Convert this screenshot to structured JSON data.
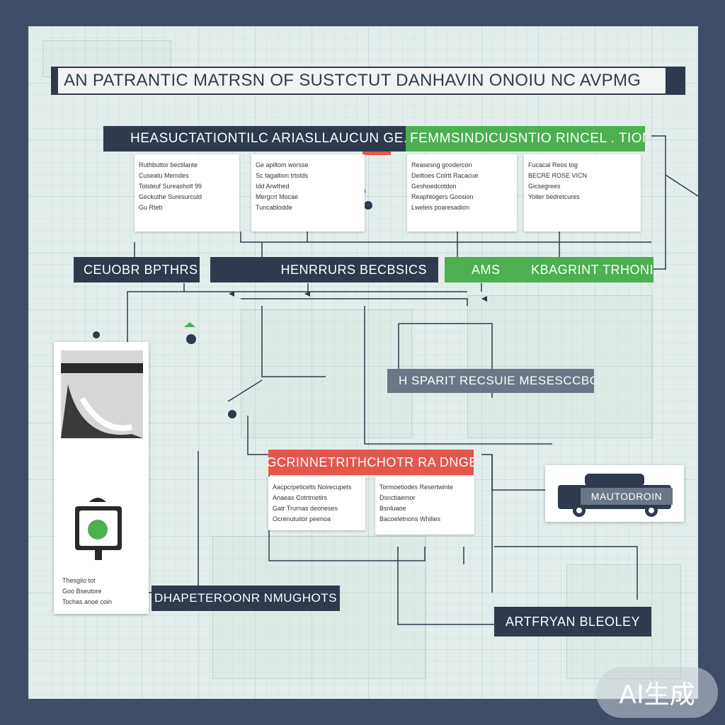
{
  "title": "AN PATRANTIC MATRSN OF SUSTCTUT DANHAVIN ONOIU NC AVPMG",
  "sections": {
    "top_left_header": "HEASUCTATIONTILC ARIASLLAUCUN GE.",
    "top_right_header": "FEMMSINDICUSNTIO RINCEL . TION",
    "nodes": {
      "left": "CEUOBR BPTHRS",
      "middle": "HENRRURS BECBSICS",
      "right_prefix": "AMS",
      "right": "KBAGRINT TRHONI"
    },
    "middle_grey": "H SPARIT RECSUIE MESESCCBCBIST",
    "red_header": "TAIGCRINNETRITHCHOTR RA DNGESS",
    "bottom_left_label": "DHAPETEROONR NMUGHOTS",
    "vehicle_label": "MAUTODROIN",
    "bottom_right_label": "ARTFRYAN BLEOLEY"
  },
  "cards": {
    "top": [
      [
        "Ruthbuttor bectilante",
        "Cuseatu Memdes",
        "Tolsteuf Sureasholt 99",
        "Geckuthe Suresurculd",
        "Gu Rteb"
      ],
      [
        "Ge apiltom worsse",
        "Sc tagaltion trtolds",
        "Idd Arwthed",
        "Mergcrt Mocae",
        "Tuncablodde"
      ],
      [
        "Reasesng goodercon",
        "Deiltoes Colrtt Racacue",
        "Geshoedcotdon",
        "Reaphtogers Goosion",
        "Lweleis poaresadion"
      ],
      [
        "Fucacal Reos tog",
        "BECRE ROSE VICN",
        "Gicsegrees",
        "Yoiter bedretcures"
      ]
    ],
    "red": [
      [
        "Aacpcrpeticelts Noirecupets",
        "Anaeas Cotrtmetirs",
        "Gatr Trurnas deoneses",
        "Ocrenutuitor peenoa"
      ],
      [
        "Tormoetiodes Resertwinte",
        "Dsnctiaemor",
        "Bsnluaoe",
        "Bacoeletnons Whilies"
      ]
    ],
    "bottom_left": [
      "Thesgilo tot",
      "Goo Bseutore",
      "Tochas anoe coin"
    ]
  },
  "badge": "AI生成",
  "colors": {
    "frame": "#3f4e66",
    "canvas": "#e3eeec",
    "dark": "#2f3a4d",
    "green": "#4caf50",
    "red": "#e4574d",
    "grey": "#6b7686"
  }
}
